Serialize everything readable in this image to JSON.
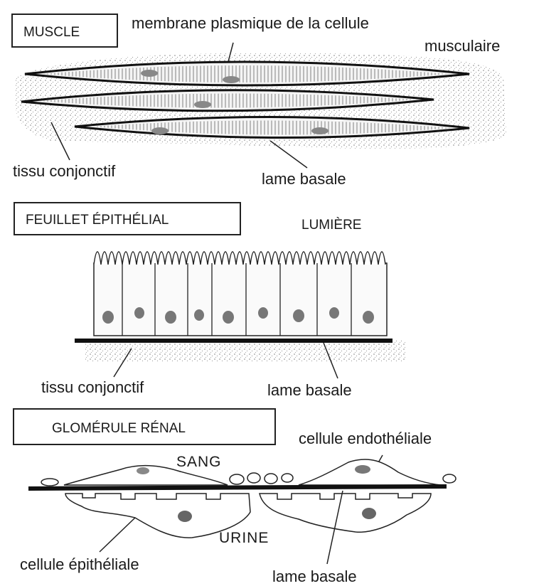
{
  "muscle": {
    "title": "MUSCLE",
    "membrane_line1": "membrane plasmique de la cellule",
    "membrane_line2": "musculaire",
    "connective": "tissu conjonctif",
    "basal_lamina": "lame basale"
  },
  "epithelium": {
    "title": "FEUILLET ÉPITHÉLIAL",
    "lumen": "LUMIÈRE",
    "connective": "tissu conjonctif",
    "basal_lamina": "lame basale"
  },
  "glomerulus": {
    "title": "GLOMÉRULE RÉNAL",
    "blood": "SANG",
    "endothelial": "cellule endothéliale",
    "urine": "URINE",
    "epithelial": "cellule épithéliale",
    "basal_lamina": "lame basale"
  }
}
